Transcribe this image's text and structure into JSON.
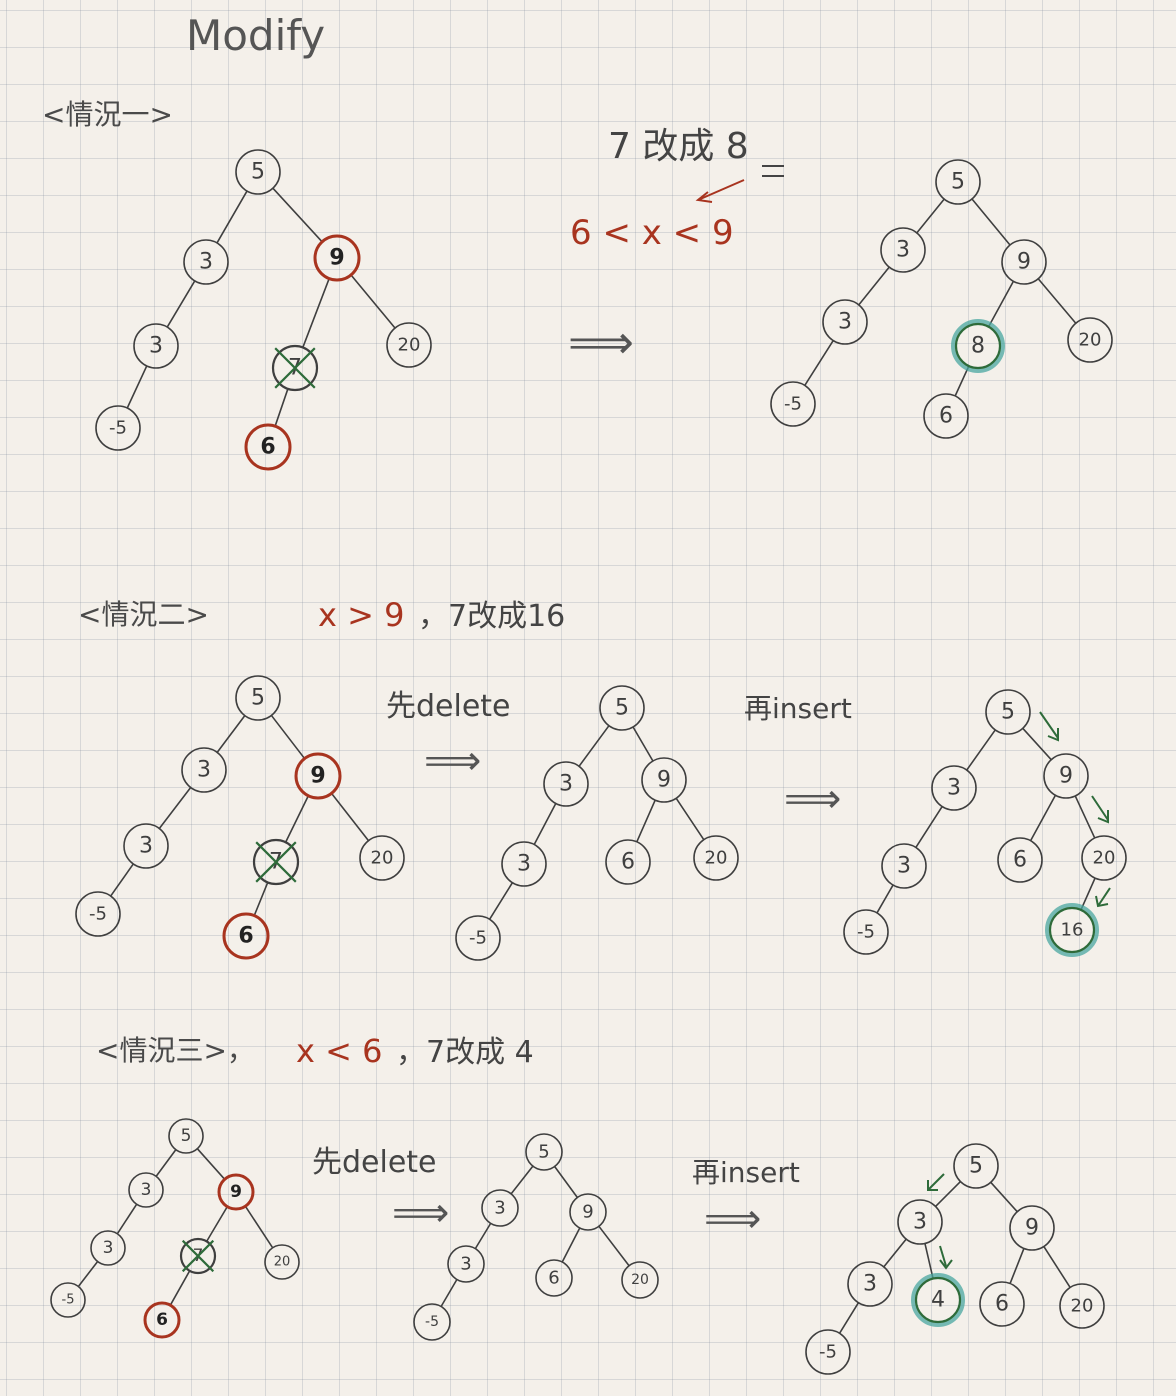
{
  "title": "Modify",
  "colors": {
    "ink": "#3f3f3f",
    "red": "#a8341f",
    "green": "#2e6b3a",
    "teal": "#4aa7a0",
    "paper": "#f4f0ea"
  },
  "cases": [
    {
      "label": "<情況一>",
      "condition": {
        "first": "7 改成 8",
        "second": "6 <  x < 9"
      },
      "trees": [
        {
          "nodes": [
            {
              "id": "a",
              "v": "5"
            },
            {
              "id": "b",
              "v": "3"
            },
            {
              "id": "c",
              "v": "9",
              "mark": "red"
            },
            {
              "id": "d",
              "v": "3"
            },
            {
              "id": "e",
              "v": "7",
              "mark": "cross"
            },
            {
              "id": "f",
              "v": "20"
            },
            {
              "id": "g",
              "v": "-5"
            },
            {
              "id": "h",
              "v": "6",
              "mark": "red"
            }
          ],
          "edges": [
            [
              "a",
              "b"
            ],
            [
              "a",
              "c"
            ],
            [
              "b",
              "d"
            ],
            [
              "c",
              "e"
            ],
            [
              "c",
              "f"
            ],
            [
              "d",
              "g"
            ],
            [
              "e",
              "h"
            ]
          ]
        },
        {
          "nodes": [
            {
              "id": "a",
              "v": "5"
            },
            {
              "id": "b",
              "v": "3"
            },
            {
              "id": "c",
              "v": "9"
            },
            {
              "id": "d",
              "v": "3"
            },
            {
              "id": "e",
              "v": "8",
              "mark": "green"
            },
            {
              "id": "f",
              "v": "20"
            },
            {
              "id": "g",
              "v": "-5"
            },
            {
              "id": "h",
              "v": "6"
            }
          ],
          "edges": [
            [
              "a",
              "b"
            ],
            [
              "a",
              "c"
            ],
            [
              "b",
              "d"
            ],
            [
              "c",
              "e"
            ],
            [
              "c",
              "f"
            ],
            [
              "d",
              "g"
            ],
            [
              "e",
              "h"
            ]
          ]
        }
      ],
      "arrows": [
        "⟹"
      ]
    },
    {
      "label": "<情況二>",
      "condition": {
        "first": "x > 9",
        "second": "，7改成16"
      },
      "steps": [
        "先delete",
        "再insert"
      ],
      "trees": [
        {
          "nodes": [
            {
              "id": "a",
              "v": "5"
            },
            {
              "id": "b",
              "v": "3"
            },
            {
              "id": "c",
              "v": "9",
              "mark": "red"
            },
            {
              "id": "d",
              "v": "3"
            },
            {
              "id": "e",
              "v": "7",
              "mark": "cross"
            },
            {
              "id": "f",
              "v": "20"
            },
            {
              "id": "g",
              "v": "-5"
            },
            {
              "id": "h",
              "v": "6",
              "mark": "red"
            }
          ],
          "edges": [
            [
              "a",
              "b"
            ],
            [
              "a",
              "c"
            ],
            [
              "b",
              "d"
            ],
            [
              "c",
              "e"
            ],
            [
              "c",
              "f"
            ],
            [
              "d",
              "g"
            ],
            [
              "e",
              "h"
            ]
          ]
        },
        {
          "nodes": [
            {
              "id": "a",
              "v": "5"
            },
            {
              "id": "b",
              "v": "3"
            },
            {
              "id": "c",
              "v": "9"
            },
            {
              "id": "d",
              "v": "3"
            },
            {
              "id": "e",
              "v": "6"
            },
            {
              "id": "f",
              "v": "20"
            },
            {
              "id": "g",
              "v": "-5"
            }
          ],
          "edges": [
            [
              "a",
              "b"
            ],
            [
              "a",
              "c"
            ],
            [
              "b",
              "d"
            ],
            [
              "c",
              "e"
            ],
            [
              "c",
              "f"
            ],
            [
              "d",
              "g"
            ]
          ]
        },
        {
          "nodes": [
            {
              "id": "a",
              "v": "5"
            },
            {
              "id": "b",
              "v": "3"
            },
            {
              "id": "c",
              "v": "9"
            },
            {
              "id": "d",
              "v": "3"
            },
            {
              "id": "e",
              "v": "6"
            },
            {
              "id": "f",
              "v": "20"
            },
            {
              "id": "g",
              "v": "-5"
            },
            {
              "id": "h",
              "v": "16",
              "mark": "teal"
            }
          ],
          "edges": [
            [
              "a",
              "b"
            ],
            [
              "a",
              "c"
            ],
            [
              "b",
              "d"
            ],
            [
              "c",
              "e"
            ],
            [
              "c",
              "f"
            ],
            [
              "d",
              "g"
            ],
            [
              "f",
              "h"
            ]
          ]
        }
      ],
      "arrows": [
        "⟹",
        "⟹"
      ]
    },
    {
      "label": "<情況三>，",
      "condition": {
        "first": "x < 6",
        "second": "，7改成 4"
      },
      "steps": [
        "先delete",
        "再insert"
      ],
      "trees": [
        {
          "nodes": [
            {
              "id": "a",
              "v": "5"
            },
            {
              "id": "b",
              "v": "3"
            },
            {
              "id": "c",
              "v": "9",
              "mark": "red"
            },
            {
              "id": "d",
              "v": "3"
            },
            {
              "id": "e",
              "v": "7",
              "mark": "cross"
            },
            {
              "id": "f",
              "v": "20"
            },
            {
              "id": "g",
              "v": "-5"
            },
            {
              "id": "h",
              "v": "6",
              "mark": "red"
            }
          ],
          "edges": [
            [
              "a",
              "b"
            ],
            [
              "a",
              "c"
            ],
            [
              "b",
              "d"
            ],
            [
              "c",
              "e"
            ],
            [
              "c",
              "f"
            ],
            [
              "d",
              "g"
            ],
            [
              "e",
              "h"
            ]
          ]
        },
        {
          "nodes": [
            {
              "id": "a",
              "v": "5"
            },
            {
              "id": "b",
              "v": "3"
            },
            {
              "id": "c",
              "v": "9"
            },
            {
              "id": "d",
              "v": "3"
            },
            {
              "id": "e",
              "v": "6"
            },
            {
              "id": "f",
              "v": "20"
            },
            {
              "id": "g",
              "v": "-5"
            }
          ],
          "edges": [
            [
              "a",
              "b"
            ],
            [
              "a",
              "c"
            ],
            [
              "b",
              "d"
            ],
            [
              "c",
              "e"
            ],
            [
              "c",
              "f"
            ],
            [
              "d",
              "g"
            ]
          ]
        },
        {
          "nodes": [
            {
              "id": "a",
              "v": "5"
            },
            {
              "id": "b",
              "v": "3"
            },
            {
              "id": "c",
              "v": "9"
            },
            {
              "id": "d",
              "v": "3"
            },
            {
              "id": "i",
              "v": "4",
              "mark": "teal"
            },
            {
              "id": "e",
              "v": "6"
            },
            {
              "id": "f",
              "v": "20"
            },
            {
              "id": "g",
              "v": "-5"
            }
          ],
          "edges": [
            [
              "a",
              "b"
            ],
            [
              "a",
              "c"
            ],
            [
              "b",
              "d"
            ],
            [
              "b",
              "i"
            ],
            [
              "c",
              "e"
            ],
            [
              "c",
              "f"
            ],
            [
              "d",
              "g"
            ]
          ]
        }
      ],
      "arrows": [
        "⟹",
        "⟹"
      ]
    }
  ]
}
